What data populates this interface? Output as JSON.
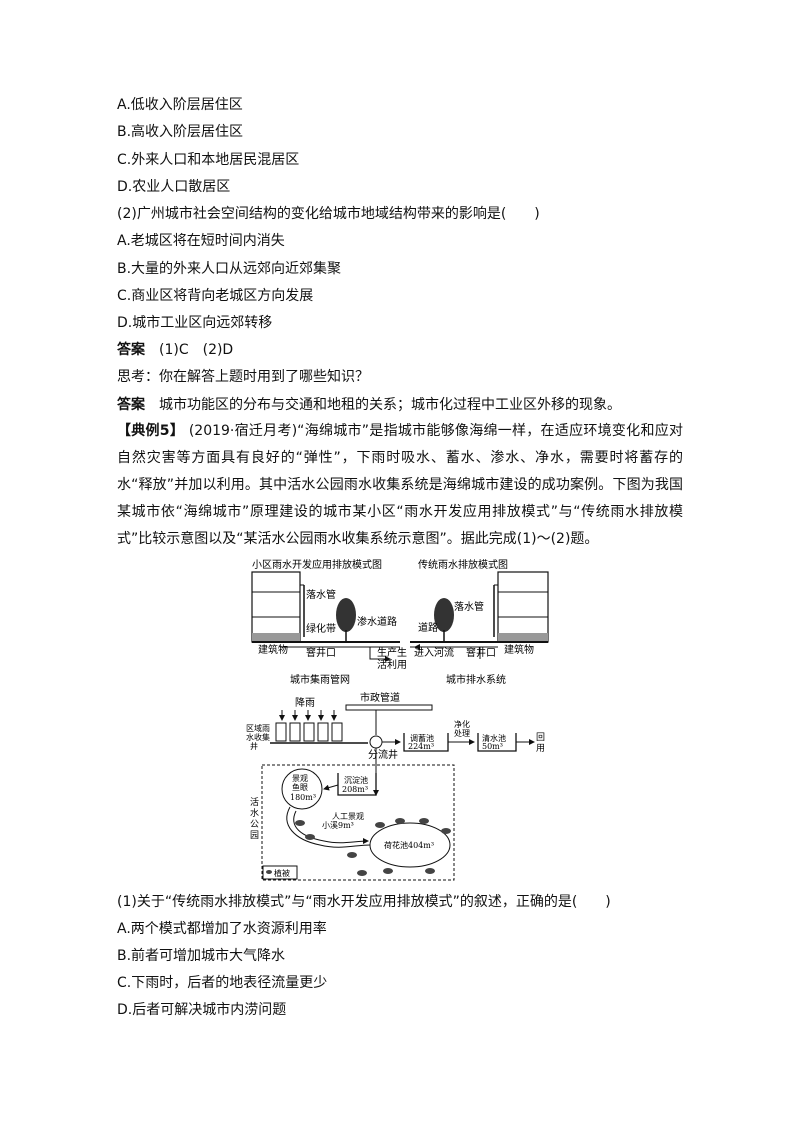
{
  "q1_options": {
    "a": "A.低收入阶层居住区",
    "b": "B.高收入阶层居住区",
    "c": "C.外来人口和本地居民混居区",
    "d": "D.农业人口散居区"
  },
  "q2": {
    "stem": "(2)广州城市社会空间结构的变化给城市地域结构带来的影响是(　　)",
    "a": "A.老城区将在短时间内消失",
    "b": "B.大量的外来人口从远郊向近郊集聚",
    "c": "C.商业区将背向老城区方向发展",
    "d": "D.城市工业区向远郊转移"
  },
  "answer1": {
    "label": "答案",
    "text": "(1)C　(2)D"
  },
  "think": "思考：你在解答上题时用到了哪些知识？",
  "answer2": {
    "label": "答案",
    "text": "城市功能区的分布与交通和地租的关系；城市化过程中工业区外移的现象。"
  },
  "example5": {
    "tag": "【典例5】",
    "text": "(2019·宿迁月考)“海绵城市”是指城市能够像海绵一样，在适应环境变化和应对自然灾害等方面具有良好的“弹性”，下雨时吸水、蓄水、渗水、净水，需要时将蓄存的水“释放”并加以利用。其中活水公园雨水收集系统是海绵城市建设的成功案例。下图为我国某城市依“海绵城市”原理建设的城市某小区“雨水开发应用排放模式”与“传统雨水排放模式”比较示意图以及“某活水公园雨水收集系统示意图”。据此完成(1)～(2)题。"
  },
  "figure": {
    "left_title": "小区雨水开发应用排放模式图",
    "right_title": "传统雨水排放模式图",
    "downpipe": "落水管",
    "green_belt": "绿化带",
    "seep_road": "渗水道路",
    "building": "建筑物",
    "manhole": "窨井口",
    "usage": "生产生活利用",
    "road": "道路",
    "to_river": "进入河流",
    "left_caption": "城市集雨管网",
    "right_caption": "城市排水系统",
    "rain": "降雨",
    "municipal_pipe": "市政管道",
    "collect_well": "区域雨水收集井",
    "split_well": "分流井",
    "regulate_pool": "调蓄池",
    "regulate_vol": "224m³",
    "purify": "净化处理",
    "clear_pool": "清水池",
    "clear_vol": "50m³",
    "reuse": "回用",
    "fish_pond": "景观鱼眼",
    "fish_vol": "180m³",
    "settle_pool": "沉淀池",
    "settle_vol": "208m³",
    "stream": "人工景观小溪",
    "stream_vol": "9m³",
    "lotus": "荷花池404m³",
    "park": "活水公园",
    "vegetation": "植被"
  },
  "q3": {
    "stem": "(1)关于“传统雨水排放模式”与“雨水开发应用排放模式”的叙述，正确的是(　　)",
    "a": "A.两个模式都增加了水资源利用率",
    "b": "B.前者可增加城市大气降水",
    "c": "C.下雨时，后者的地表径流量更少",
    "d": "D.后者可解决城市内涝问题"
  }
}
